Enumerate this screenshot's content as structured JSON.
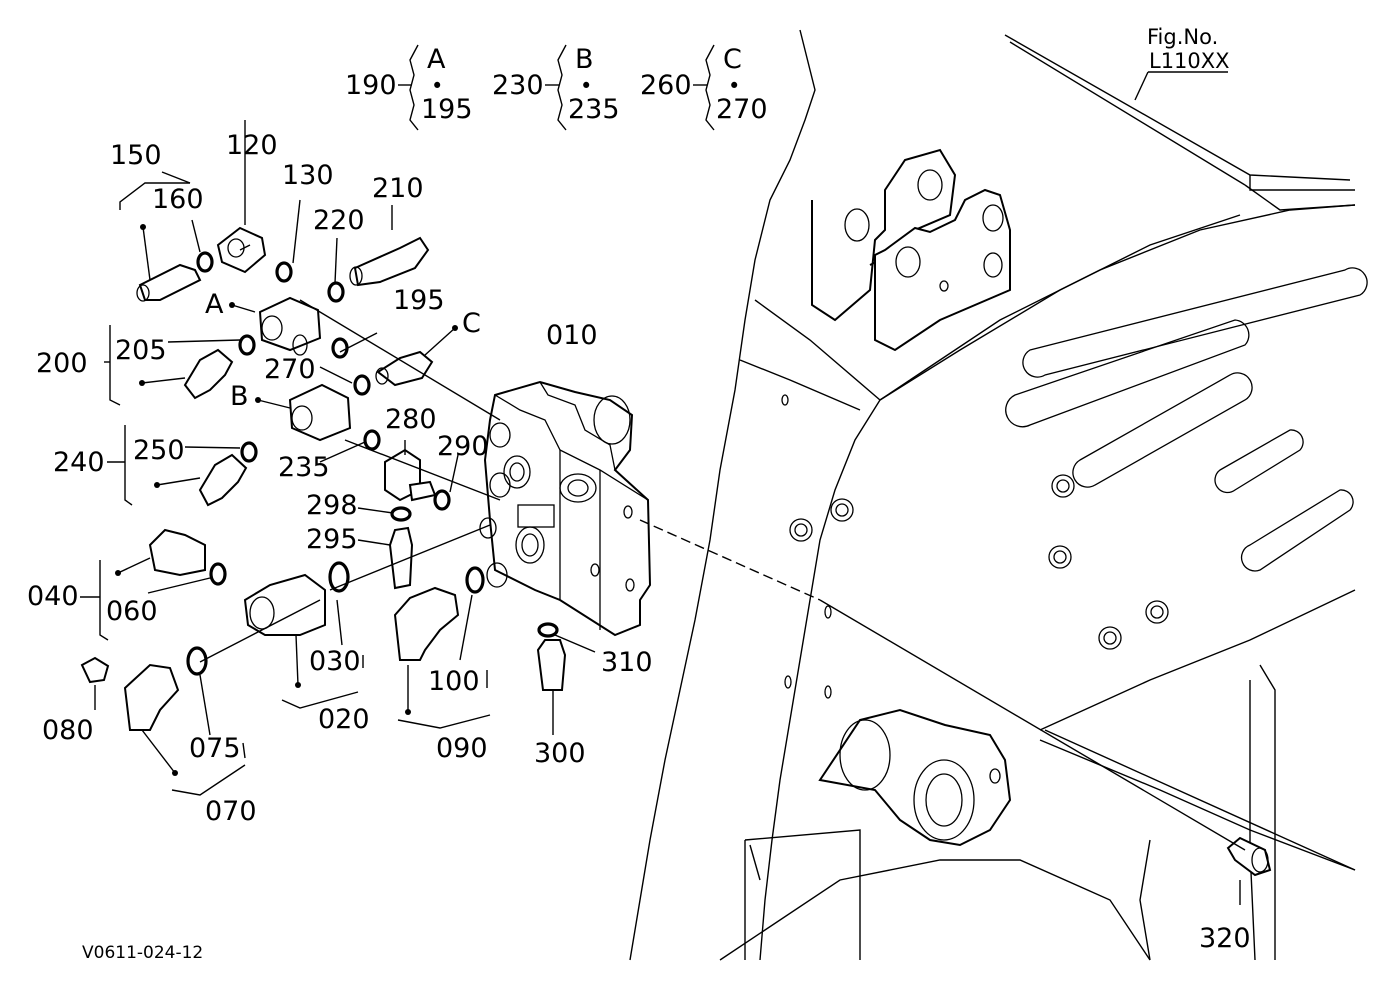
{
  "figure": {
    "fig_no_label": "Fig.No.",
    "fig_no_value": "L110XX",
    "drawing_code": "V0611-024-12"
  },
  "kit_groups": [
    {
      "number": "190",
      "letter": "A",
      "dot": "•",
      "sub": "195"
    },
    {
      "number": "230",
      "letter": "B",
      "dot": "•",
      "sub": "235"
    },
    {
      "number": "260",
      "letter": "C",
      "dot": "•",
      "sub": "270"
    }
  ],
  "port_letters": [
    "A",
    "B",
    "C"
  ],
  "callouts": [
    "010",
    "020",
    "030",
    "040",
    "060",
    "070",
    "075",
    "080",
    "090",
    "100",
    "120",
    "130",
    "150",
    "160",
    "195",
    "200",
    "205",
    "210",
    "220",
    "235",
    "240",
    "250",
    "270",
    "280",
    "290",
    "295",
    "298",
    "300",
    "310",
    "320"
  ]
}
